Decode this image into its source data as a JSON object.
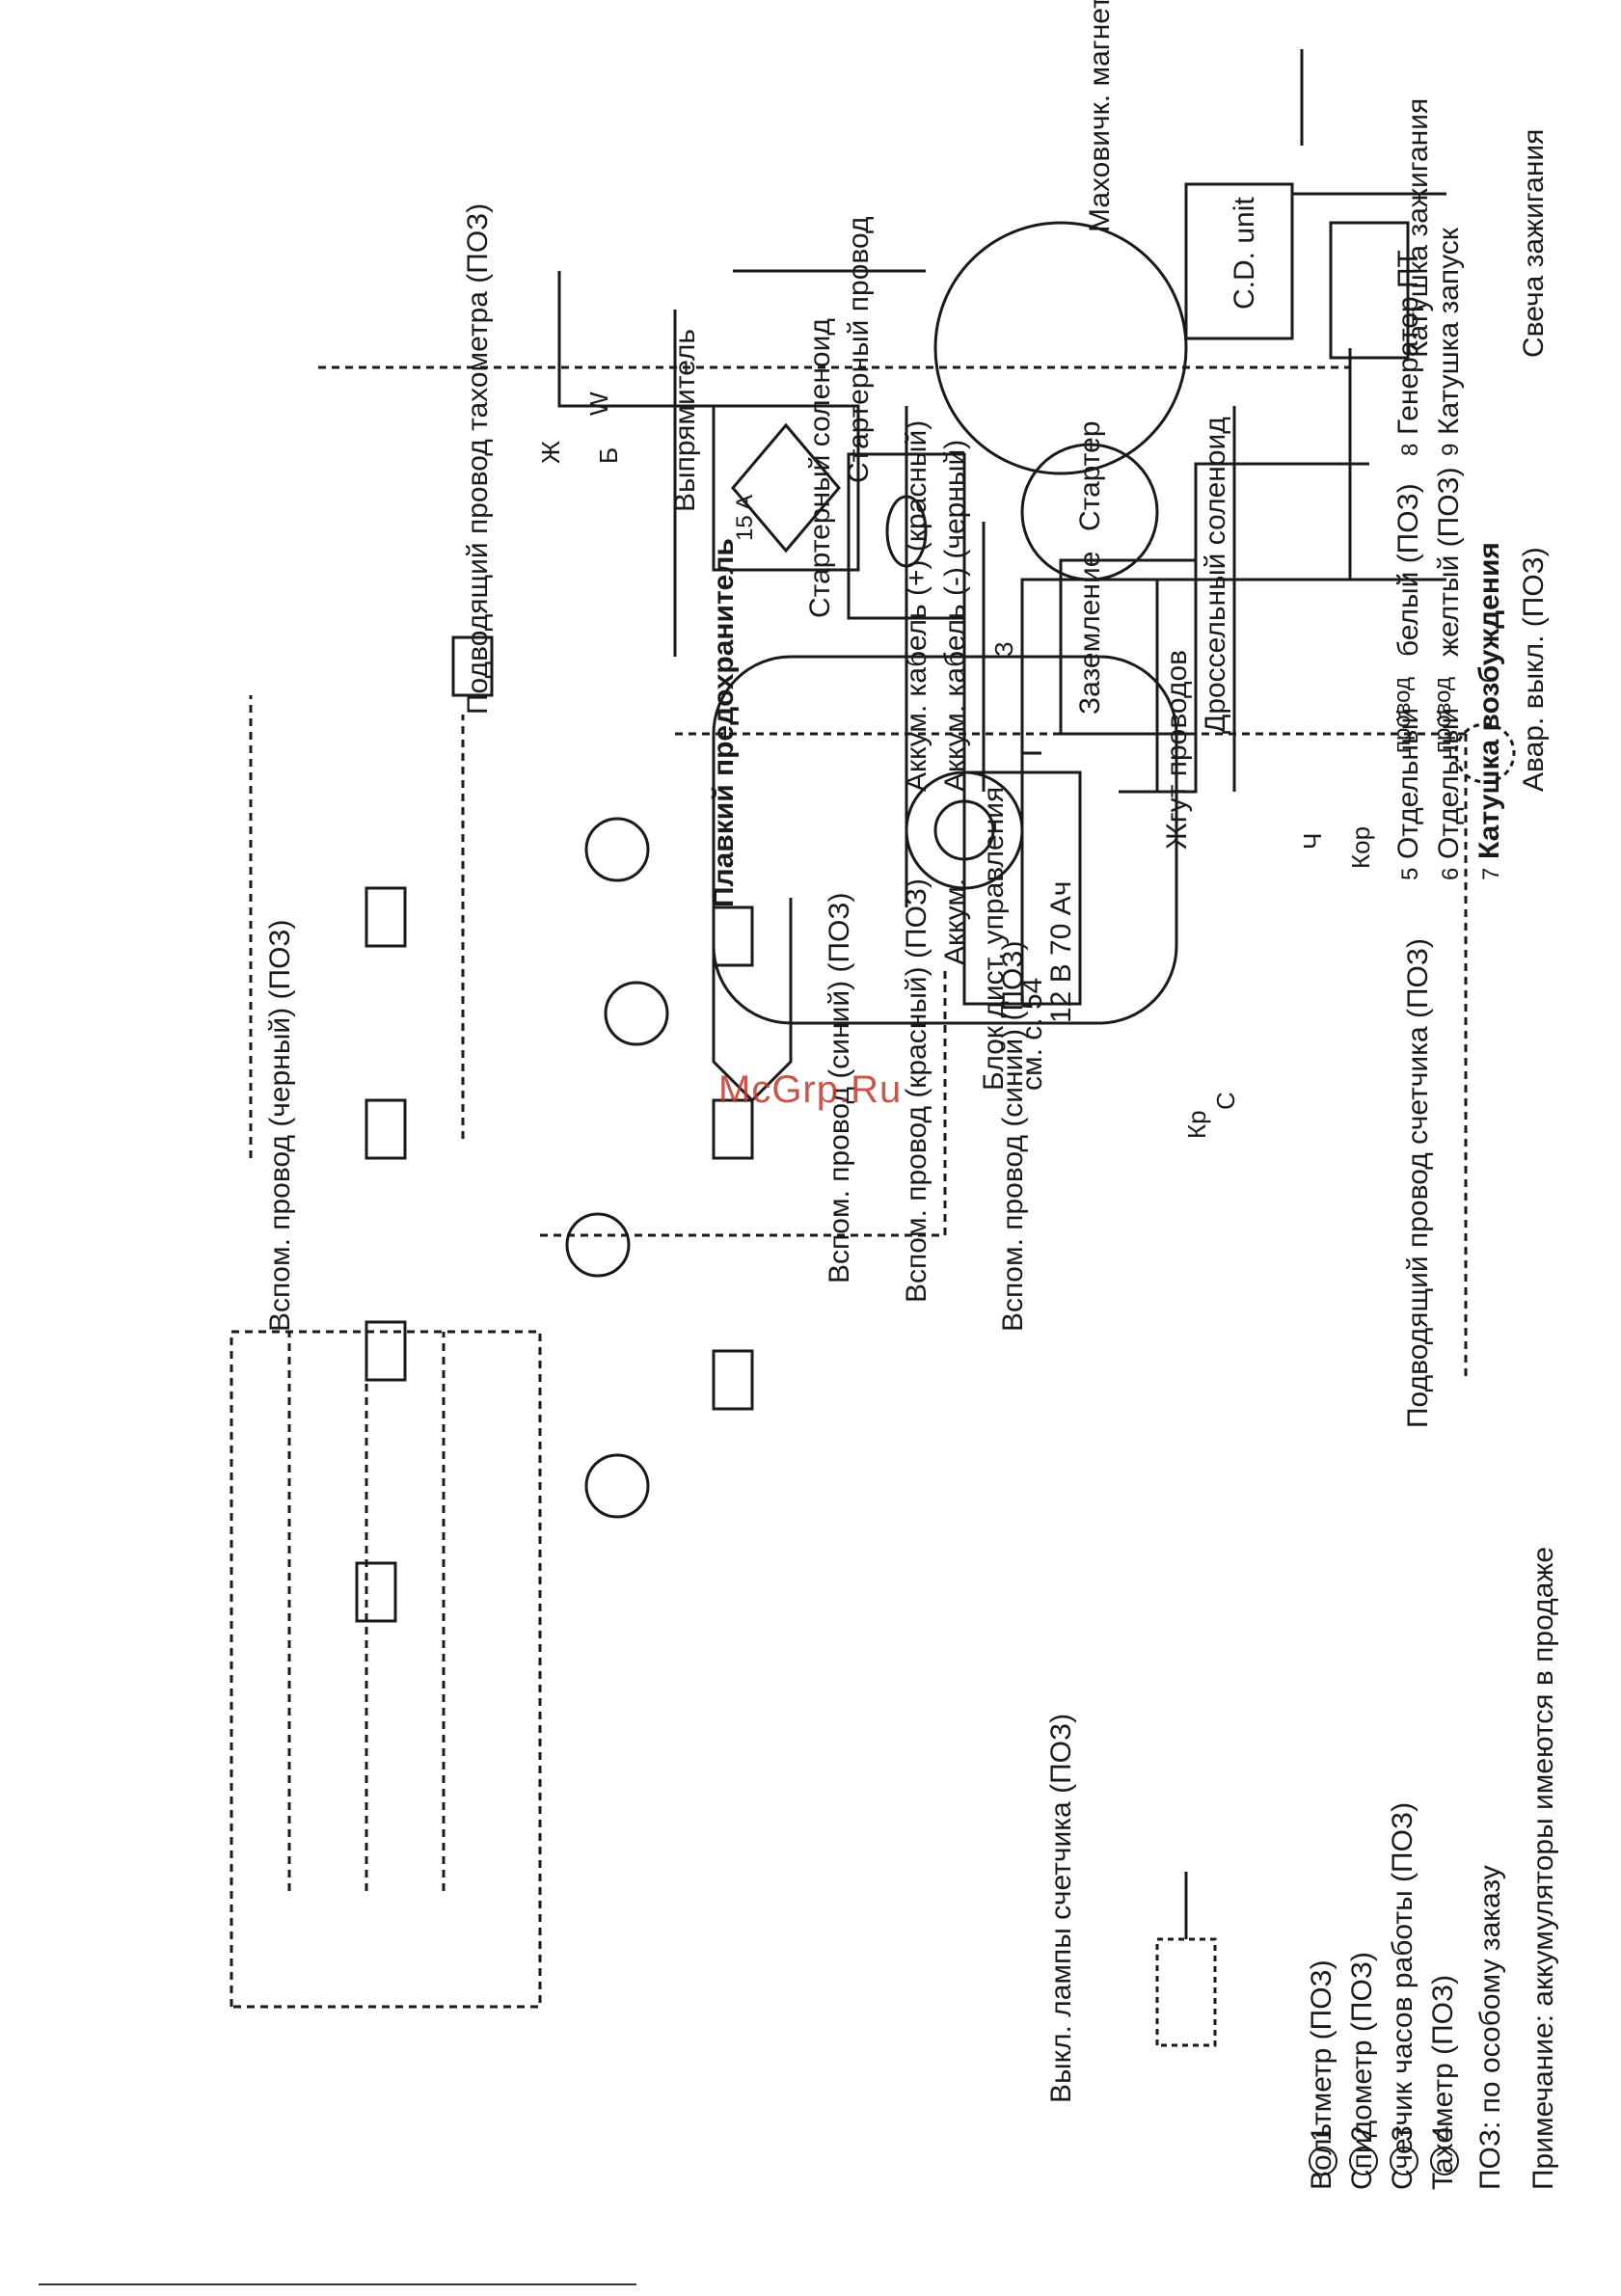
{
  "legend": {
    "items": [
      {
        "num": "1",
        "text": "Вольтметр (ПОЗ)"
      },
      {
        "num": "2",
        "text": "Спидометр (ПОЗ)"
      },
      {
        "num": "3",
        "text": "Счетчик часов работы (ПОЗ)"
      },
      {
        "num": "4",
        "text": "Тахометр (ПОЗ)"
      }
    ],
    "poz_note": "ПОЗ: по особому заказу",
    "note": "Примечание: аккумуляторы имеются в продаже",
    "top_items": [
      {
        "num": "5",
        "text": "Отдельный",
        "sup": "провод",
        "tail": "белый (ПОЗ)"
      },
      {
        "num": "6",
        "text": "Отдельный",
        "sup": "провод",
        "tail": "желтый (ПОЗ)"
      },
      {
        "num": "7",
        "text": "Катушка возбуждения"
      },
      {
        "num": "8",
        "text": "Генератор ПТ"
      },
      {
        "num": "9",
        "text": "Катушка запуск"
      }
    ]
  },
  "labels": {
    "aux_black": "Вспом. провод (черный) (ПОЗ)",
    "aux_blue": "Вспом. провод (синий) (ПОЗ)",
    "aux_red": "Вспом. провод (красный) (ПОЗ)",
    "aux_blue2": "Вспом. провод (синий) (ПОЗ)",
    "lamp_switch": "Выкл. лампы счетчика (ПОЗ)",
    "remote_unit": "Блок дист. управления",
    "see_page": "см. с. 54",
    "tach_lead": "Подводящий провод тахометра (ПОЗ)",
    "counter_lead": "Подводящий провод счетчика (ПОЗ)",
    "harness": "Жгут проводов",
    "battery": "Аккум.",
    "battery_spec": "12 В 70 Ач",
    "bat_plus": "Аккум. кабель (+) (красный)",
    "bat_minus": "Аккум. кабель (-) (черный)",
    "ground": "Заземление",
    "fuse": "Плавкий предохранитель",
    "fuse_rating": "15 A",
    "rectifier": "Выпрямитель",
    "starter_solenoid": "Стартерный соленоид",
    "starter_wire": "Стартерный провод",
    "starter": "Стартер",
    "choke_solenoid": "Дроссельный соленоид",
    "flywheel": "Маховичк. магнето",
    "cd_unit": "C.D. unit",
    "ignition_coil": "Катушка зажигания",
    "spark_plug": "Свеча зажигания",
    "emergency": "Авар. выкл. (ПОЗ)"
  },
  "wire_codes": {
    "Kp": "Кр",
    "Ch": "Ч",
    "S": "С",
    "Zh": "Ж",
    "B": "Б",
    "Z": "З",
    "Kor": "Кор",
    "W": "W"
  },
  "watermark": "McGrp.Ru",
  "colors": {
    "line": "#1a1a1a",
    "watermark": "#c0392b"
  }
}
